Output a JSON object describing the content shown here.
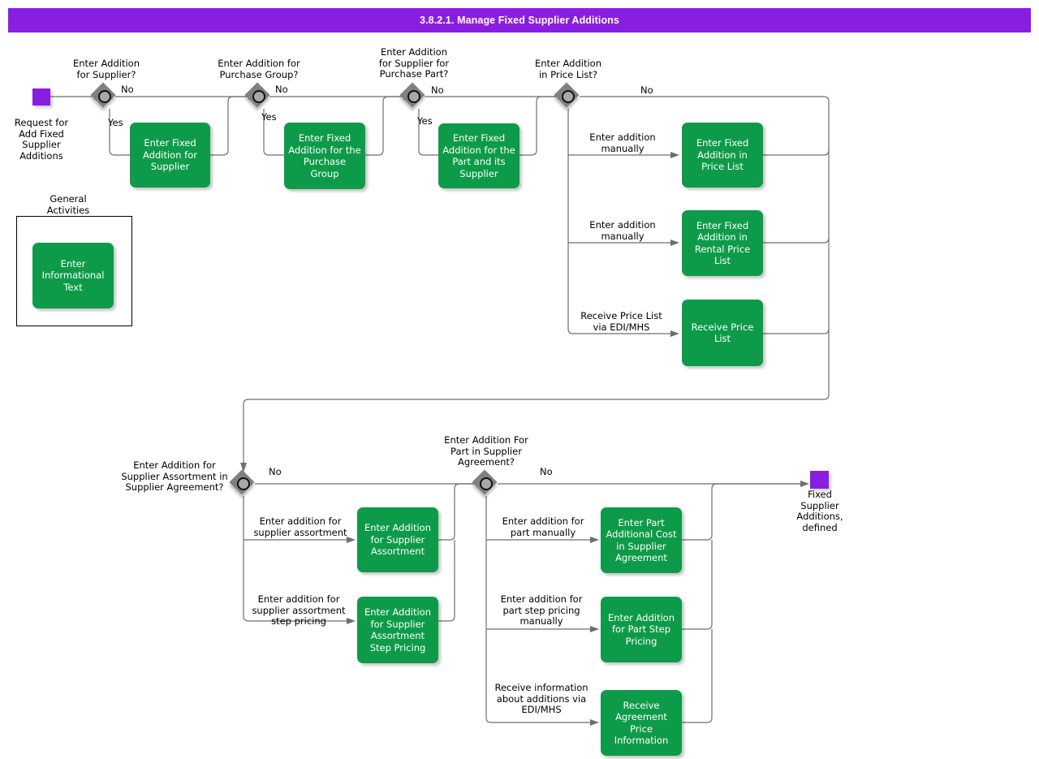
{
  "header": {
    "title": "3.8.2.1. Manage Fixed Supplier Additions"
  },
  "colors": {
    "title_bar": "#8A1EE0",
    "activity": "#0E9B49",
    "terminator": "#8A1EE0",
    "decision": "#808080",
    "connector": "#6E6E6E",
    "text_on_activity": "#FFFFFF",
    "text": "#000000"
  },
  "start_node": {
    "label": "Request for\nAdd Fixed\nSupplier\nAdditions"
  },
  "end_node": {
    "label": "Fixed\nSupplier\nAdditions,\ndefined"
  },
  "group": {
    "label": "General\nActivities"
  },
  "decisions": [
    {
      "id": "d1",
      "label": "Enter Addition\nfor Supplier?",
      "no": "No",
      "yes": "Yes"
    },
    {
      "id": "d2",
      "label": "Enter Addition for\nPurchase Group?",
      "no": "No",
      "yes": "Yes"
    },
    {
      "id": "d3",
      "label": "Enter Addition\nfor Supplier for\nPurchase Part?",
      "no": "No",
      "yes": "Yes"
    },
    {
      "id": "d4",
      "label": "Enter Addition\nin Price List?",
      "no": "No"
    },
    {
      "id": "d5",
      "label": "Enter Addition for\nSupplier Assortment in\nSupplier Agreement?",
      "no": "No"
    },
    {
      "id": "d6",
      "label": "Enter Addition For\nPart in Supplier\nAgreement?",
      "no": "No"
    }
  ],
  "activities": [
    {
      "id": "a1",
      "label": "Enter Fixed\nAddition for\nSupplier"
    },
    {
      "id": "a2",
      "label": "Enter Fixed\nAddition for the\nPurchase Group"
    },
    {
      "id": "a3",
      "label": "Enter Fixed\nAddition for the\nPart and its\nSupplier"
    },
    {
      "id": "a4",
      "label": "Enter Fixed\nAddition in Price\nList"
    },
    {
      "id": "a5",
      "label": "Enter Fixed\nAddition in\nRental Price List"
    },
    {
      "id": "a6",
      "label": "Receive Price\nList"
    },
    {
      "id": "a7",
      "label": "Enter\nInformational\nText"
    },
    {
      "id": "a8",
      "label": "Enter Addition\nfor Supplier\nAssortment"
    },
    {
      "id": "a9",
      "label": "Enter Addition\nfor Supplier\nAssortment Step\nPricing"
    },
    {
      "id": "a10",
      "label": "Enter Part\nAdditional Cost\nin Supplier\nAgreement"
    },
    {
      "id": "a11",
      "label": "Enter Addition\nfor Part Step\nPricing"
    },
    {
      "id": "a12",
      "label": "Receive\nAgreement Price\nInformation"
    }
  ],
  "edge_labels": [
    {
      "id": "e1",
      "text": "Enter addition\nmanually"
    },
    {
      "id": "e2",
      "text": "Enter addition\nmanually"
    },
    {
      "id": "e3",
      "text": "Receive Price List\nvia EDI/MHS"
    },
    {
      "id": "e4",
      "text": "Enter addition for\nsupplier assortment"
    },
    {
      "id": "e5",
      "text": "Enter addition for\nsupplier assortment\nstep pricing"
    },
    {
      "id": "e6",
      "text": "Enter addition for\npart manually"
    },
    {
      "id": "e7",
      "text": "Enter addition for\npart step pricing\nmanually"
    },
    {
      "id": "e8",
      "text": "Receive information\nabout additions via\nEDI/MHS"
    }
  ]
}
